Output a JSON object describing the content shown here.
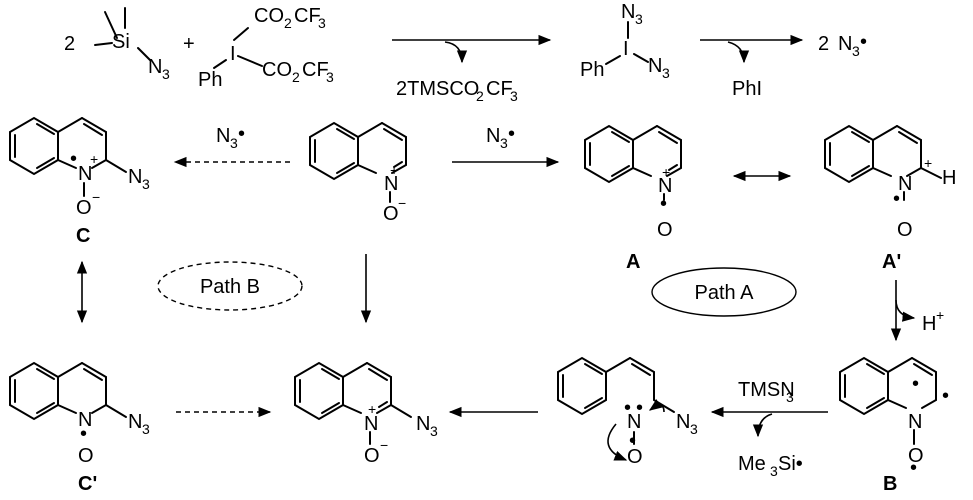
{
  "reagents": {
    "coef_tmsn3": "2",
    "si": "Si",
    "n3": "N",
    "three": "3",
    "plus": "+",
    "co2cf3_top": "CO",
    "co2cf3_bot": "CO",
    "sub2": "2",
    "cf3": "CF",
    "i": "I",
    "ph": "Ph",
    "byproduct": "2TMSCO",
    "product_coef": "2",
    "n3_radical": "N",
    "phi": "PhI"
  },
  "paths": {
    "path_a": "Path A",
    "path_b": "Path B"
  },
  "labels": {
    "A": "A",
    "A_prime": "A'",
    "B": "B",
    "C": "C",
    "C_prime": "C'"
  },
  "atoms": {
    "N": "N",
    "O": "O",
    "H": "H",
    "plus": "+",
    "minus": "−"
  },
  "arrows": {
    "n3_left": "N",
    "n3_right": "N",
    "h_plus": "H",
    "tmsn3": "TMSN",
    "me3si": "Me",
    "me3si_b": "Si•"
  }
}
